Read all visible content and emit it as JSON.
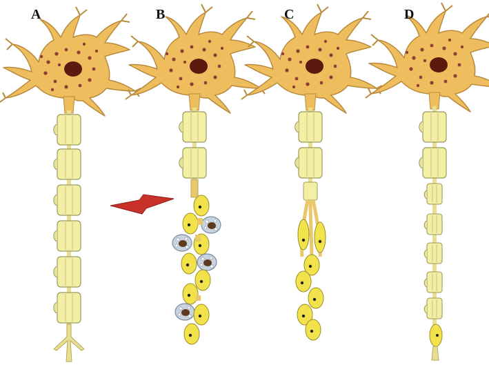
{
  "figure": {
    "panels": [
      {
        "label": "A"
      },
      {
        "label": "B"
      },
      {
        "label": "C"
      },
      {
        "label": "D"
      }
    ]
  },
  "colors": {
    "cell_body": "#EEBD5E",
    "cell_body_stroke": "#B98A3C",
    "nucleus": "#5C1A0E",
    "granules": "#8F3E33",
    "myelin": "#F3EFA5",
    "myelin_stroke": "#9B9A5E",
    "axon": "#E8DE8F",
    "schwann_yellow": "#F2E24B",
    "macrophage": "#C9D3DF",
    "macrophage_stroke": "#7C8CA0",
    "macrophage_nucleus": "#5E3A1C",
    "lightning": "#C8322A"
  },
  "icons": [
    "injury-lightning-icon"
  ]
}
